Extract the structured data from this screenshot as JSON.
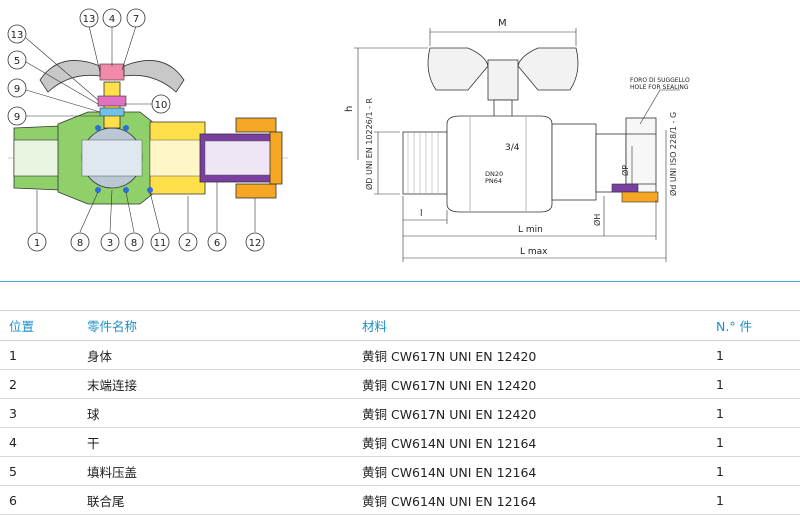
{
  "callouts": {
    "n13a": "13",
    "n4": "4",
    "n7": "7",
    "n13b": "13",
    "n5": "5",
    "n9a": "9",
    "n9b": "9",
    "n10": "10",
    "n1": "1",
    "n8a": "8",
    "n3": "3",
    "n8b": "8",
    "n11": "11",
    "n2": "2",
    "n6": "6",
    "n12": "12"
  },
  "dims": {
    "M": "M",
    "h": "h",
    "od_left": "ØD UNI EN 10226/1 - R",
    "od_right": "Ød UNI ISO 228/1 - G",
    "op": "ØP",
    "oh": "ØH",
    "l": "l",
    "lmin": "L min",
    "lmax": "L max",
    "seal_it": "FORO DI SUGGELLO",
    "seal_en": "HOLE FOR SEALING",
    "body_a": "DN20",
    "body_b": "PN64",
    "size": "3/4"
  },
  "table": {
    "headers": [
      "位置",
      "零件名称",
      "材料",
      "N.° 件"
    ],
    "rows": [
      [
        "1",
        "身体",
        "黄铜 CW617N UNI EN 12420",
        "1"
      ],
      [
        "2",
        "末端连接",
        "黄铜 CW617N UNI EN 12420",
        "1"
      ],
      [
        "3",
        "球",
        "黄铜 CW617N UNI EN 12420",
        "1"
      ],
      [
        "4",
        "干",
        "黄铜 CW614N UNI EN 12164",
        "1"
      ],
      [
        "5",
        "填料压盖",
        "黄铜 CW614N UNI EN 12164",
        "1"
      ],
      [
        "6",
        "联合尾",
        "黄铜 CW614N UNI EN 12164",
        "1"
      ]
    ]
  },
  "colors": {
    "accent": "#1a8fc9",
    "divider": "#3fb6cf",
    "body_green": "#8fd06a",
    "brass_yellow": "#ffe04a",
    "seal_purple": "#7a3fa0",
    "handle_grey": "#c8c8c8",
    "fitting_orange": "#f5a623"
  }
}
